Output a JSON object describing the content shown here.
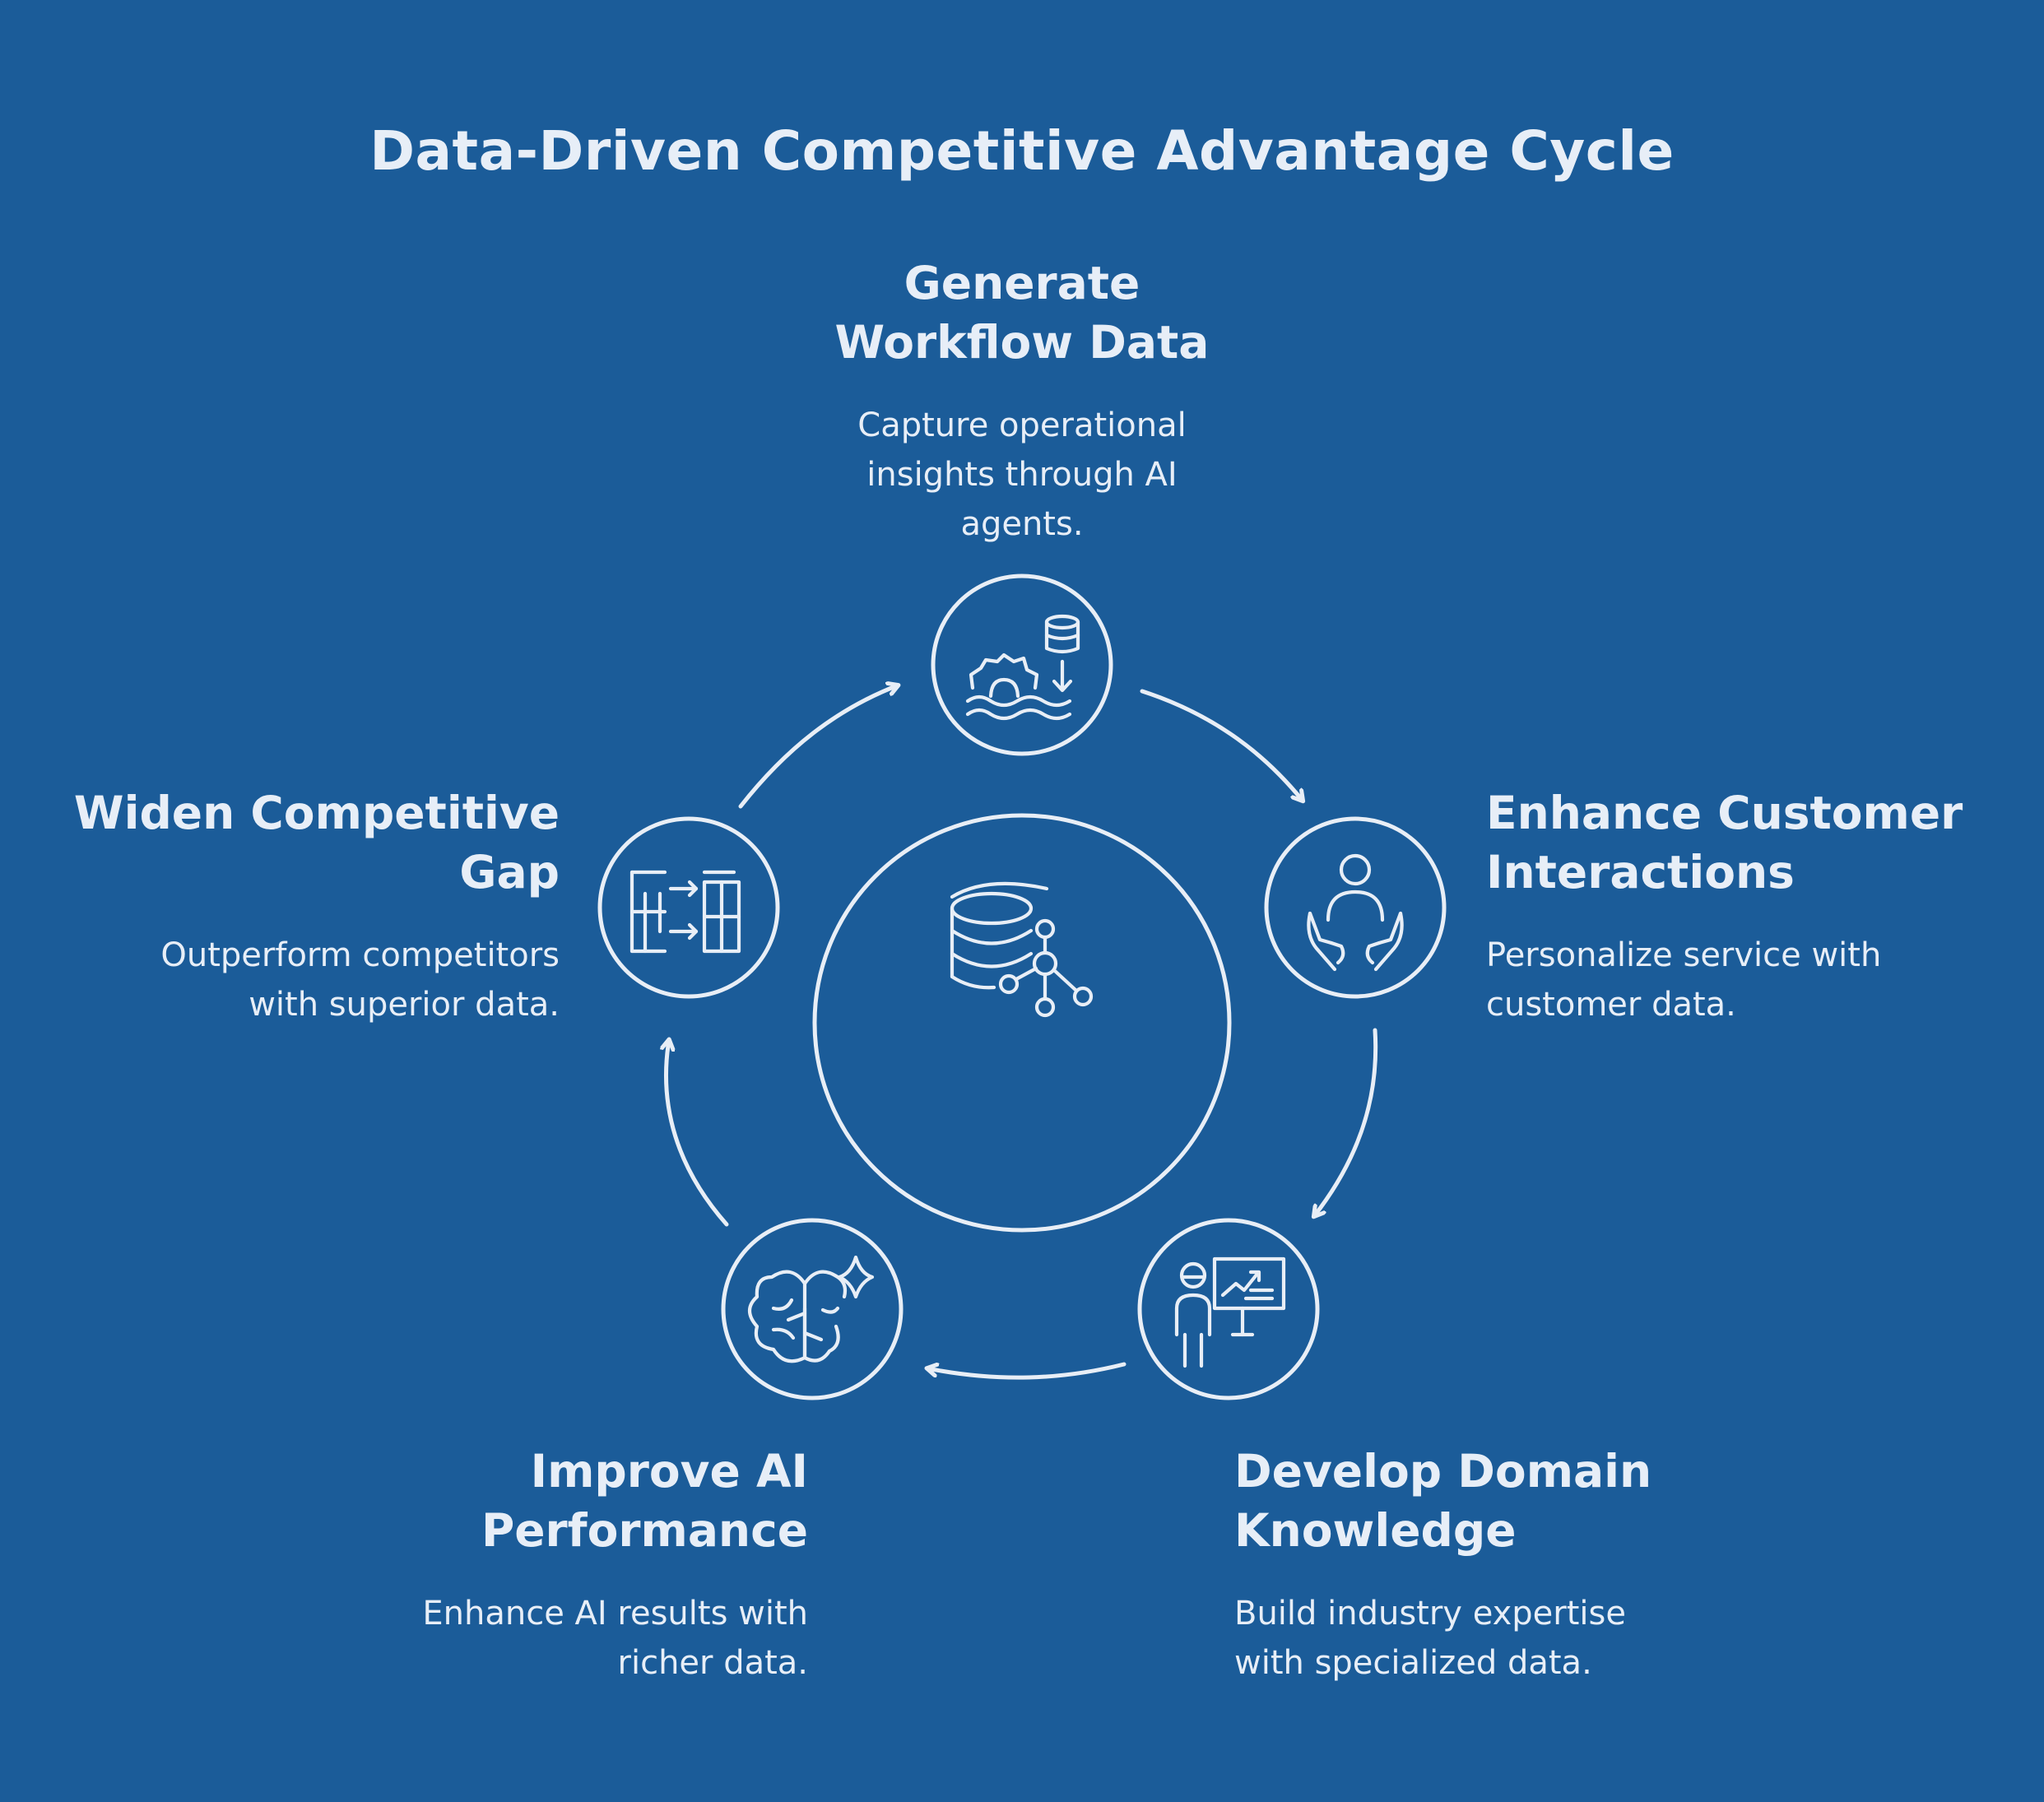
{
  "title": "Data-Driven Competitive Advantage Cycle",
  "stages": [
    {
      "title_line1": "Generate",
      "title_line2": "Workflow Data",
      "desc_line1": "Capture operational",
      "desc_line2": "insights through AI",
      "desc_line3": "agents.",
      "icon": "data-workflow-icon"
    },
    {
      "title_line1": "Enhance Customer",
      "title_line2": "Interactions",
      "desc_line1": "Personalize service with",
      "desc_line2": "customer data.",
      "icon": "customer-care-icon"
    },
    {
      "title_line1": "Develop Domain",
      "title_line2": "Knowledge",
      "desc_line1": "Build industry expertise",
      "desc_line2": "with specialized data.",
      "icon": "presentation-growth-icon"
    },
    {
      "title_line1": "Improve AI",
      "title_line2": "Performance",
      "desc_line1": "Enhance AI results with",
      "desc_line2": "richer data.",
      "icon": "ai-brain-icon"
    },
    {
      "title_line1": "Widen Competitive",
      "title_line2": "Gap",
      "desc_line1": "Outperform competitors",
      "desc_line2": "with superior data.",
      "icon": "data-transfer-icon"
    }
  ],
  "center_icon": "database-network-icon",
  "colors": {
    "background": "#1b5c99",
    "foreground": "#e8eef6"
  }
}
